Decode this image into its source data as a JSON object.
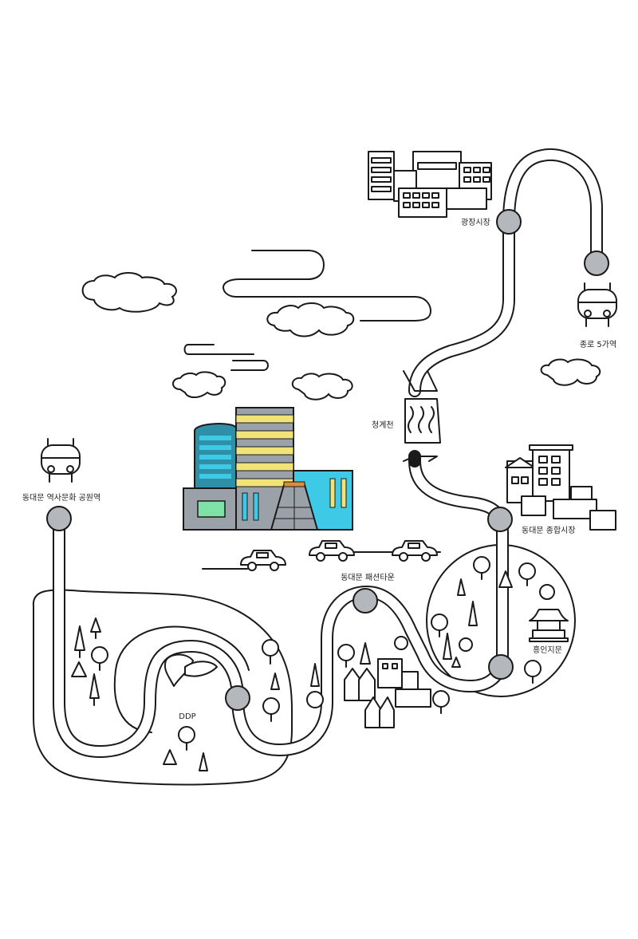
{
  "map": {
    "places": {
      "gwangjang_market": "광장시장",
      "jongno5ga": "종로 5가역",
      "cheonggyecheon": "청계천",
      "dongdaemun_market": "동대문 종합시장",
      "heunginjimun": "흥인지문",
      "fashion_town": "동대문 패션타운",
      "ddp": "DDP",
      "history_park_station": "동대문 역사문화 공원역"
    },
    "colors": {
      "stop_fill": "#b4b8bc",
      "building_cyan": "#3ec9e6",
      "window_yellow": "#f2e27a",
      "window_green": "#7fe0a8",
      "facade_gray": "#9aa1a8"
    },
    "icons": [
      "subway-train-icon",
      "car-icon",
      "tree-icon",
      "building-icon",
      "gate-icon",
      "cloud-icon",
      "stream-icon"
    ]
  }
}
